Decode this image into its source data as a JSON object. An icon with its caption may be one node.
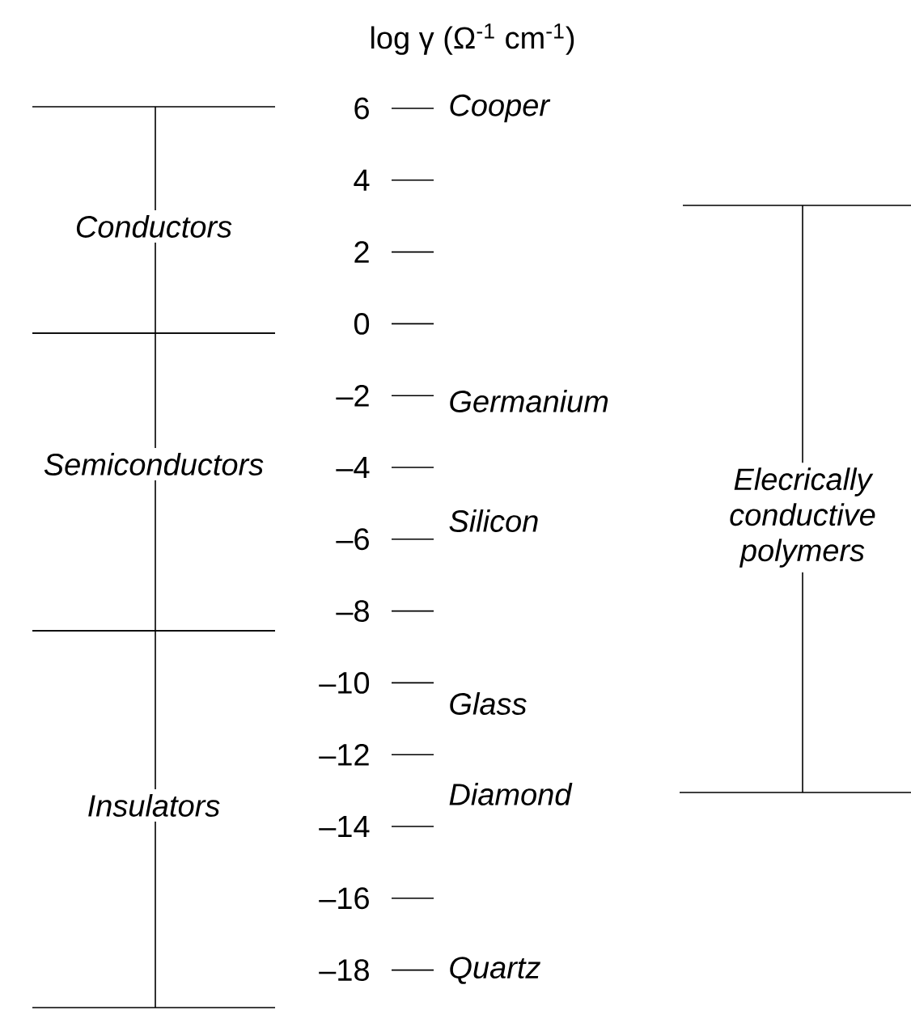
{
  "diagram": {
    "title": "log γ (Ω$^{-1}$ cm$^{-1}$)",
    "labels": [
      "6",
      "4",
      "2",
      "0",
      "–2",
      "–4",
      "–6",
      "–8",
      "–10",
      "–12",
      "–14",
      "–16",
      "–18",
      "Cooper",
      "Germanium",
      "Silicon",
      "Glass",
      "Diamond",
      "Quartz",
      "Conductors",
      "Semiconductors",
      "Insulators",
      "Elecrically conductive polymers"
    ]
  }
}
